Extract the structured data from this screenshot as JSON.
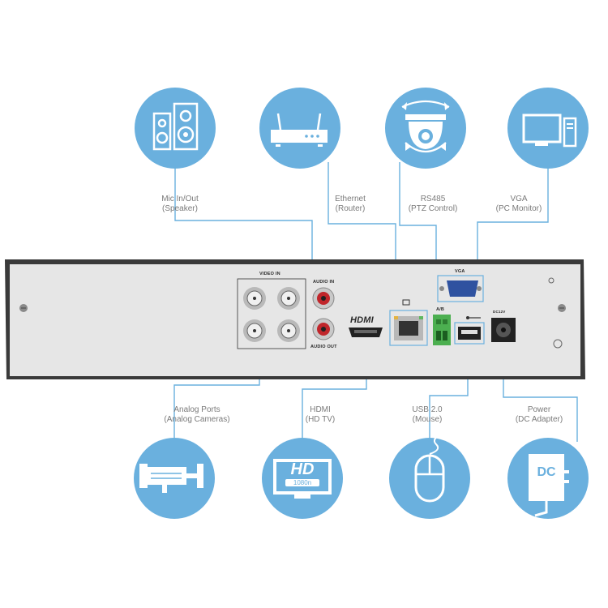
{
  "colors": {
    "circle": "#6ab0de",
    "line": "#6ab0de",
    "icon": "#ffffff",
    "panel": "#e6e6e6",
    "case": "#3a3a3a",
    "label": "#7a7a7a"
  },
  "top_devices": [
    {
      "icon": "speakers-icon",
      "label": "Mic In/Out",
      "sub": "(Speaker)"
    },
    {
      "icon": "router-icon",
      "label": "Ethernet",
      "sub": "(Router)"
    },
    {
      "icon": "ptz-camera-icon",
      "label": "RS485",
      "sub": "(PTZ Control)"
    },
    {
      "icon": "pc-monitor-icon",
      "label": "VGA",
      "sub": "(PC Monitor)"
    }
  ],
  "bottom_devices": [
    {
      "icon": "analog-camera-icon",
      "label": "Analog Ports",
      "sub": "(Analog Cameras)"
    },
    {
      "icon": "hd-tv-icon",
      "label": "HDMI",
      "sub": "(HD TV)",
      "badge": "HD",
      "badge_sub": "1080n"
    },
    {
      "icon": "mouse-icon",
      "label": "USB 2.0",
      "sub": "(Mouse)"
    },
    {
      "icon": "power-adapter-icon",
      "label": "Power",
      "sub": "(DC Adapter)",
      "badge": "DC"
    }
  ],
  "panel_labels": {
    "video_in": "VIDEO IN",
    "audio_in": "AUDIO IN",
    "audio_out": "AUDIO OUT",
    "hdmi": "HDMI",
    "vga": "VGA",
    "ab": "A/B",
    "dc": "DC12V"
  }
}
